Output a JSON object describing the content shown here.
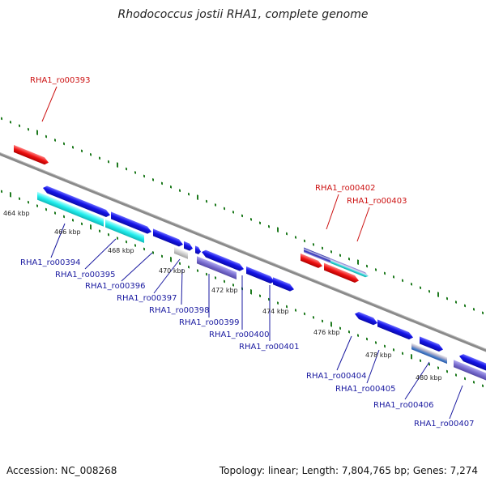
{
  "title": "Rhodococcus jostii RHA1, complete genome",
  "footer": {
    "accession": "Accession: NC_008268",
    "topology": "Topology: linear; Length: 7,804,765 bp; Genes: 7,274"
  },
  "colors": {
    "backbone": "#8a8a8a",
    "tick": "#1e7a1e",
    "gene_blue": "#1a1aee",
    "gene_cyan": "#22e8e8",
    "gene_red": "#ee1111",
    "gene_slate": "#7a6fd0",
    "gene_gray": "#c8c8c8",
    "label_red": "#cc1111",
    "label_blue": "#1a1aa0"
  },
  "ticks": [
    {
      "label": "464 kbp"
    },
    {
      "label": "466 kbp"
    },
    {
      "label": "468 kbp"
    },
    {
      "label": "470 kbp"
    },
    {
      "label": "472 kbp"
    },
    {
      "label": "474 kbp"
    },
    {
      "label": "476 kbp"
    },
    {
      "label": "478 kbp"
    },
    {
      "label": "480 kbp"
    }
  ],
  "genes": [
    {
      "id": "RHA1_ro00393",
      "strand": "top"
    },
    {
      "id": "RHA1_ro00394",
      "strand": "bottom"
    },
    {
      "id": "RHA1_ro00395",
      "strand": "bottom"
    },
    {
      "id": "RHA1_ro00396",
      "strand": "bottom"
    },
    {
      "id": "RHA1_ro00397",
      "strand": "bottom"
    },
    {
      "id": "RHA1_ro00398",
      "strand": "bottom"
    },
    {
      "id": "RHA1_ro00399",
      "strand": "bottom"
    },
    {
      "id": "RHA1_ro00400",
      "strand": "bottom"
    },
    {
      "id": "RHA1_ro00401",
      "strand": "bottom"
    },
    {
      "id": "RHA1_ro00402",
      "strand": "top"
    },
    {
      "id": "RHA1_ro00403",
      "strand": "top"
    },
    {
      "id": "RHA1_ro00404",
      "strand": "bottom"
    },
    {
      "id": "RHA1_ro00405",
      "strand": "bottom"
    },
    {
      "id": "RHA1_ro00406",
      "strand": "bottom"
    },
    {
      "id": "RHA1_ro00407",
      "strand": "bottom"
    }
  ]
}
